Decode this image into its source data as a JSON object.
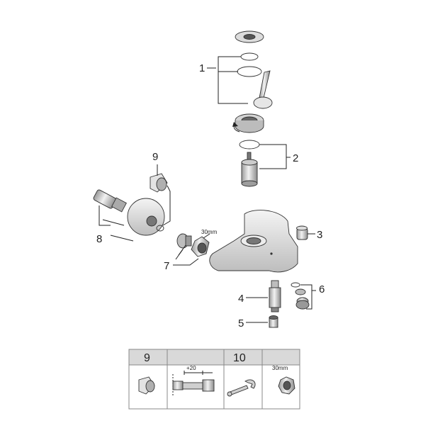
{
  "callouts": {
    "c1": "1",
    "c2": "2",
    "c3": "3",
    "c4": "4",
    "c5": "5",
    "c6": "6",
    "c7": "7",
    "c8": "8",
    "c9": "9"
  },
  "dimension_main": "30mm",
  "table": {
    "cell1_label": "9",
    "cell2_dim": "+20",
    "cell3_label": "10",
    "cell4_dim": "30mm"
  },
  "colors": {
    "line": "#222222",
    "part_fill": "#d9d9d9",
    "part_dark": "#8a8a8a",
    "table_header": "#d9d9d9"
  }
}
